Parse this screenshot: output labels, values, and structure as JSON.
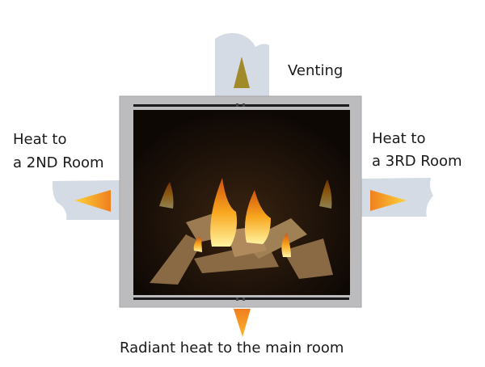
{
  "labels": {
    "venting": "Venting",
    "left_line1": "Heat to",
    "left_line2": "a 2ND Room",
    "right_line1": "Heat to",
    "right_line2": "a 3RD Room",
    "bottom": "Radiant heat to the main room"
  },
  "colors": {
    "duct": "#d4dbe4",
    "frame": "#b9b9bb",
    "vent_arrow": "#a08a2a",
    "heat_arrow": "#f39a1c"
  }
}
